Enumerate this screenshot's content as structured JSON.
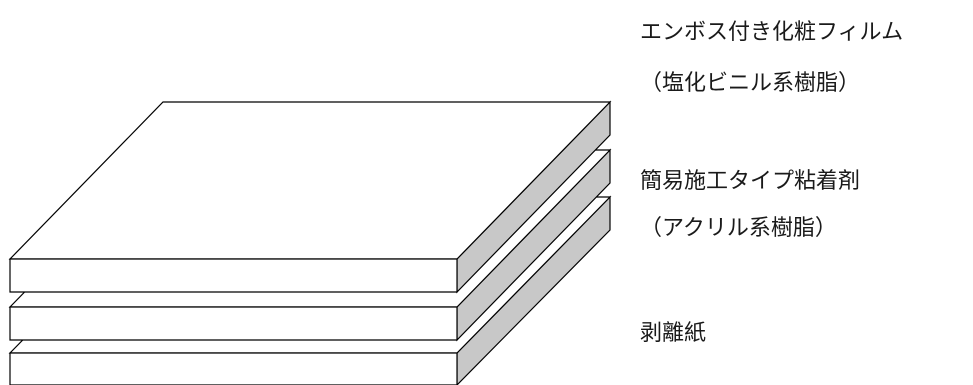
{
  "labels": {
    "film_name": "エンボス付き化粧フィルム",
    "film_material": "（塩化ビニル系樹脂）",
    "adhesive_name": "簡易施工タイプ粘着剤",
    "adhesive_material": "（アクリル系樹脂）",
    "release_paper": "剥離紙"
  },
  "colors": {
    "face": "#ffffff",
    "side": "#c8c8c8",
    "stroke": "#000000"
  }
}
